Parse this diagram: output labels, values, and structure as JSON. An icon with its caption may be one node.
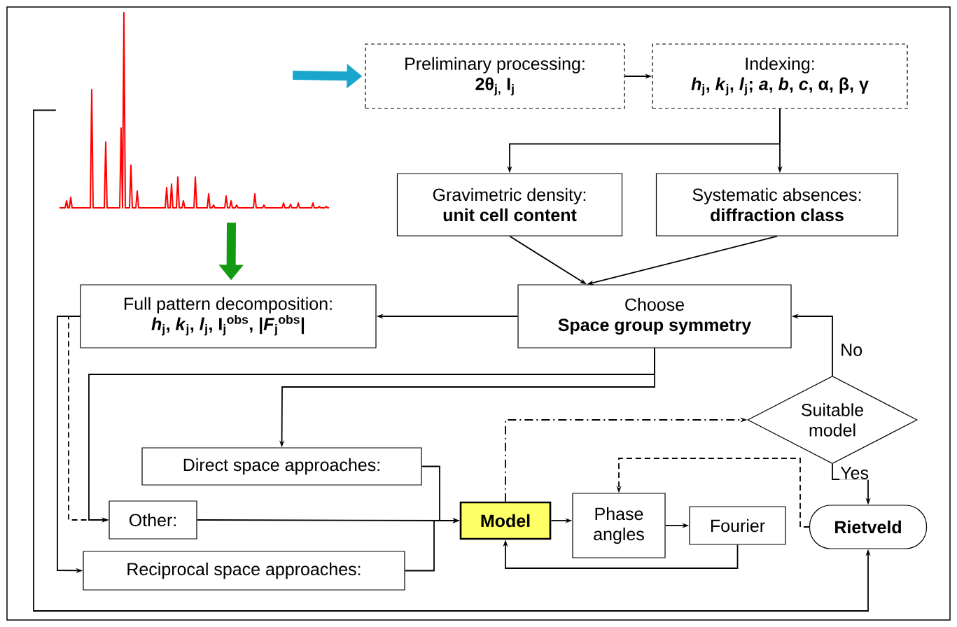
{
  "diagram": {
    "nodes": [
      {
        "text": [],
        "shape": "picture"
      },
      {
        "text": [
          "Preliminary processing:",
          "2θ$_{j,}$ I$_{j}$"
        ]
      },
      {
        "text": [
          "Indexing:",
          "*h*$_{j}$, *k*$_{j}$, *l*$_{j}$; *a*, *b*, *c*, α, β, γ"
        ]
      },
      {
        "text": [
          "Gravimetric density:",
          "unit cell content"
        ]
      },
      {
        "text": [
          "Systematic absences:",
          "diffraction class"
        ]
      },
      {
        "text": [
          "Choose",
          "Space group symmetry"
        ]
      },
      {
        "text": [
          "Full pattern decomposition:",
          "*h*$_{j}$, *k*$_{j}$, *l*$_{j}$, I$_{j}$$^{obs}$, |*F*$_{j}$$^{obs}$|"
        ]
      },
      {
        "text": [
          "Suitable model"
        ]
      },
      {
        "text": [
          "Direct space approaches:"
        ]
      },
      {
        "text": [
          "Other:"
        ]
      },
      {
        "text": [
          "Reciprocal space approaches:"
        ]
      },
      {
        "text": [
          "Model"
        ]
      },
      {
        "text": [
          "Phase angles"
        ]
      },
      {
        "text": [
          "Fourier"
        ]
      },
      {
        "text": [
          "Rietveld"
        ]
      }
    ],
    "edges": [
      {
        "from": 0,
        "to": 1,
        "arrow": "to",
        "style": "thick",
        "color": "#19a6cc"
      },
      {
        "from": 0,
        "to": 6,
        "arrow": "to",
        "style": "thick",
        "color": "#139a13"
      },
      {
        "from": 1,
        "to": 2,
        "arrow": "to"
      },
      {
        "from": 2,
        "to": 3,
        "arrow": "to"
      },
      {
        "from": 2,
        "to": 4,
        "arrow": "to"
      },
      {
        "from": 3,
        "to": 5,
        "arrow": "to"
      },
      {
        "from": 4,
        "to": 5,
        "arrow": "to"
      },
      {
        "from": 5,
        "to": 6,
        "arrow": "to"
      },
      {
        "from": 5,
        "to": 9,
        "arrow": "to"
      },
      {
        "from": 5,
        "to": 8,
        "arrow": "to"
      },
      {
        "from": 6,
        "to": 9,
        "arrow": "to",
        "style": "dashed"
      },
      {
        "from": 6,
        "to": 10,
        "arrow": "to"
      },
      {
        "from": 8,
        "to": 11,
        "arrow": "to"
      },
      {
        "from": 9,
        "to": 11,
        "arrow": "to"
      },
      {
        "from": 10,
        "to": 11,
        "arrow": "to"
      },
      {
        "from": 11,
        "to": 12,
        "arrow": "to"
      },
      {
        "from": 12,
        "to": 13,
        "arrow": "to"
      },
      {
        "from": 13,
        "to": 11,
        "arrow": "to"
      },
      {
        "from": 11,
        "to": 7,
        "arrow": "to",
        "style": "dashed"
      },
      {
        "from": 14,
        "to": 12,
        "arrow": "to",
        "style": "dashed"
      },
      {
        "from": 7,
        "to": 5,
        "arrow": "to",
        "label": "No"
      },
      {
        "from": 7,
        "to": 14,
        "arrow": "to",
        "label": "Yes"
      },
      {
        "from": 0,
        "to": 14,
        "arrow": "to"
      }
    ]
  }
}
